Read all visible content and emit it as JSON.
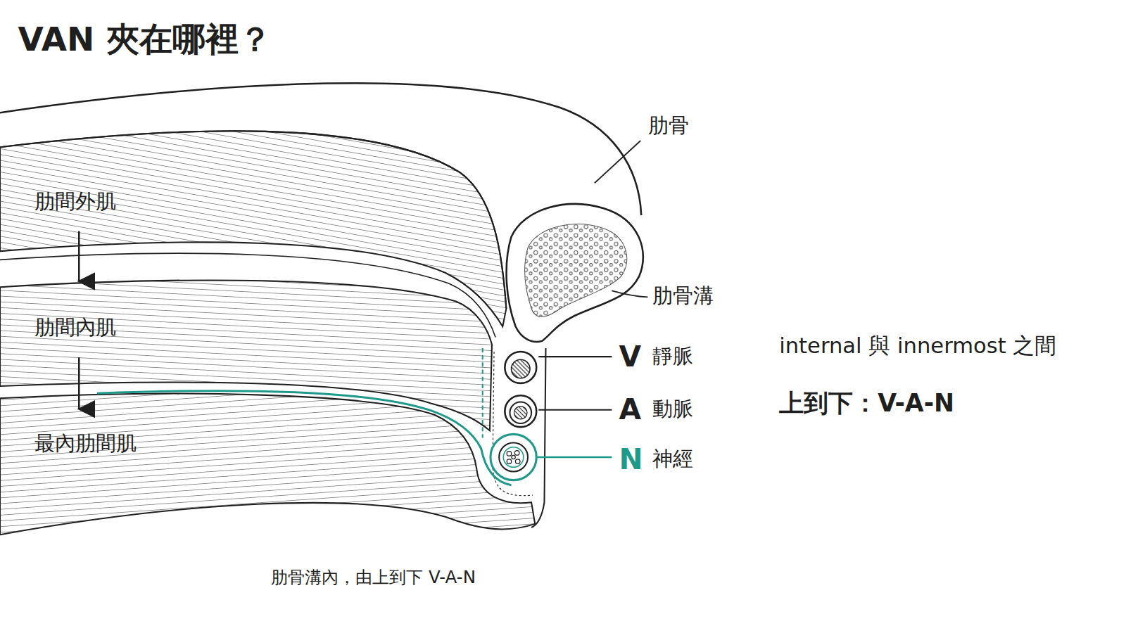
{
  "diagram": {
    "title": "VAN 夾在哪裡？",
    "caption": "肋骨溝內，由上到下 V-A-N",
    "labels": [
      "肋骨",
      "肋骨溝",
      "肋間外肌",
      "肋間內肌",
      "最內肋間肌",
      "V",
      "靜脈",
      "A",
      "動脈",
      "N",
      "神經",
      "internal 與 innermost 之間",
      "上到下：V-A-N"
    ]
  }
}
